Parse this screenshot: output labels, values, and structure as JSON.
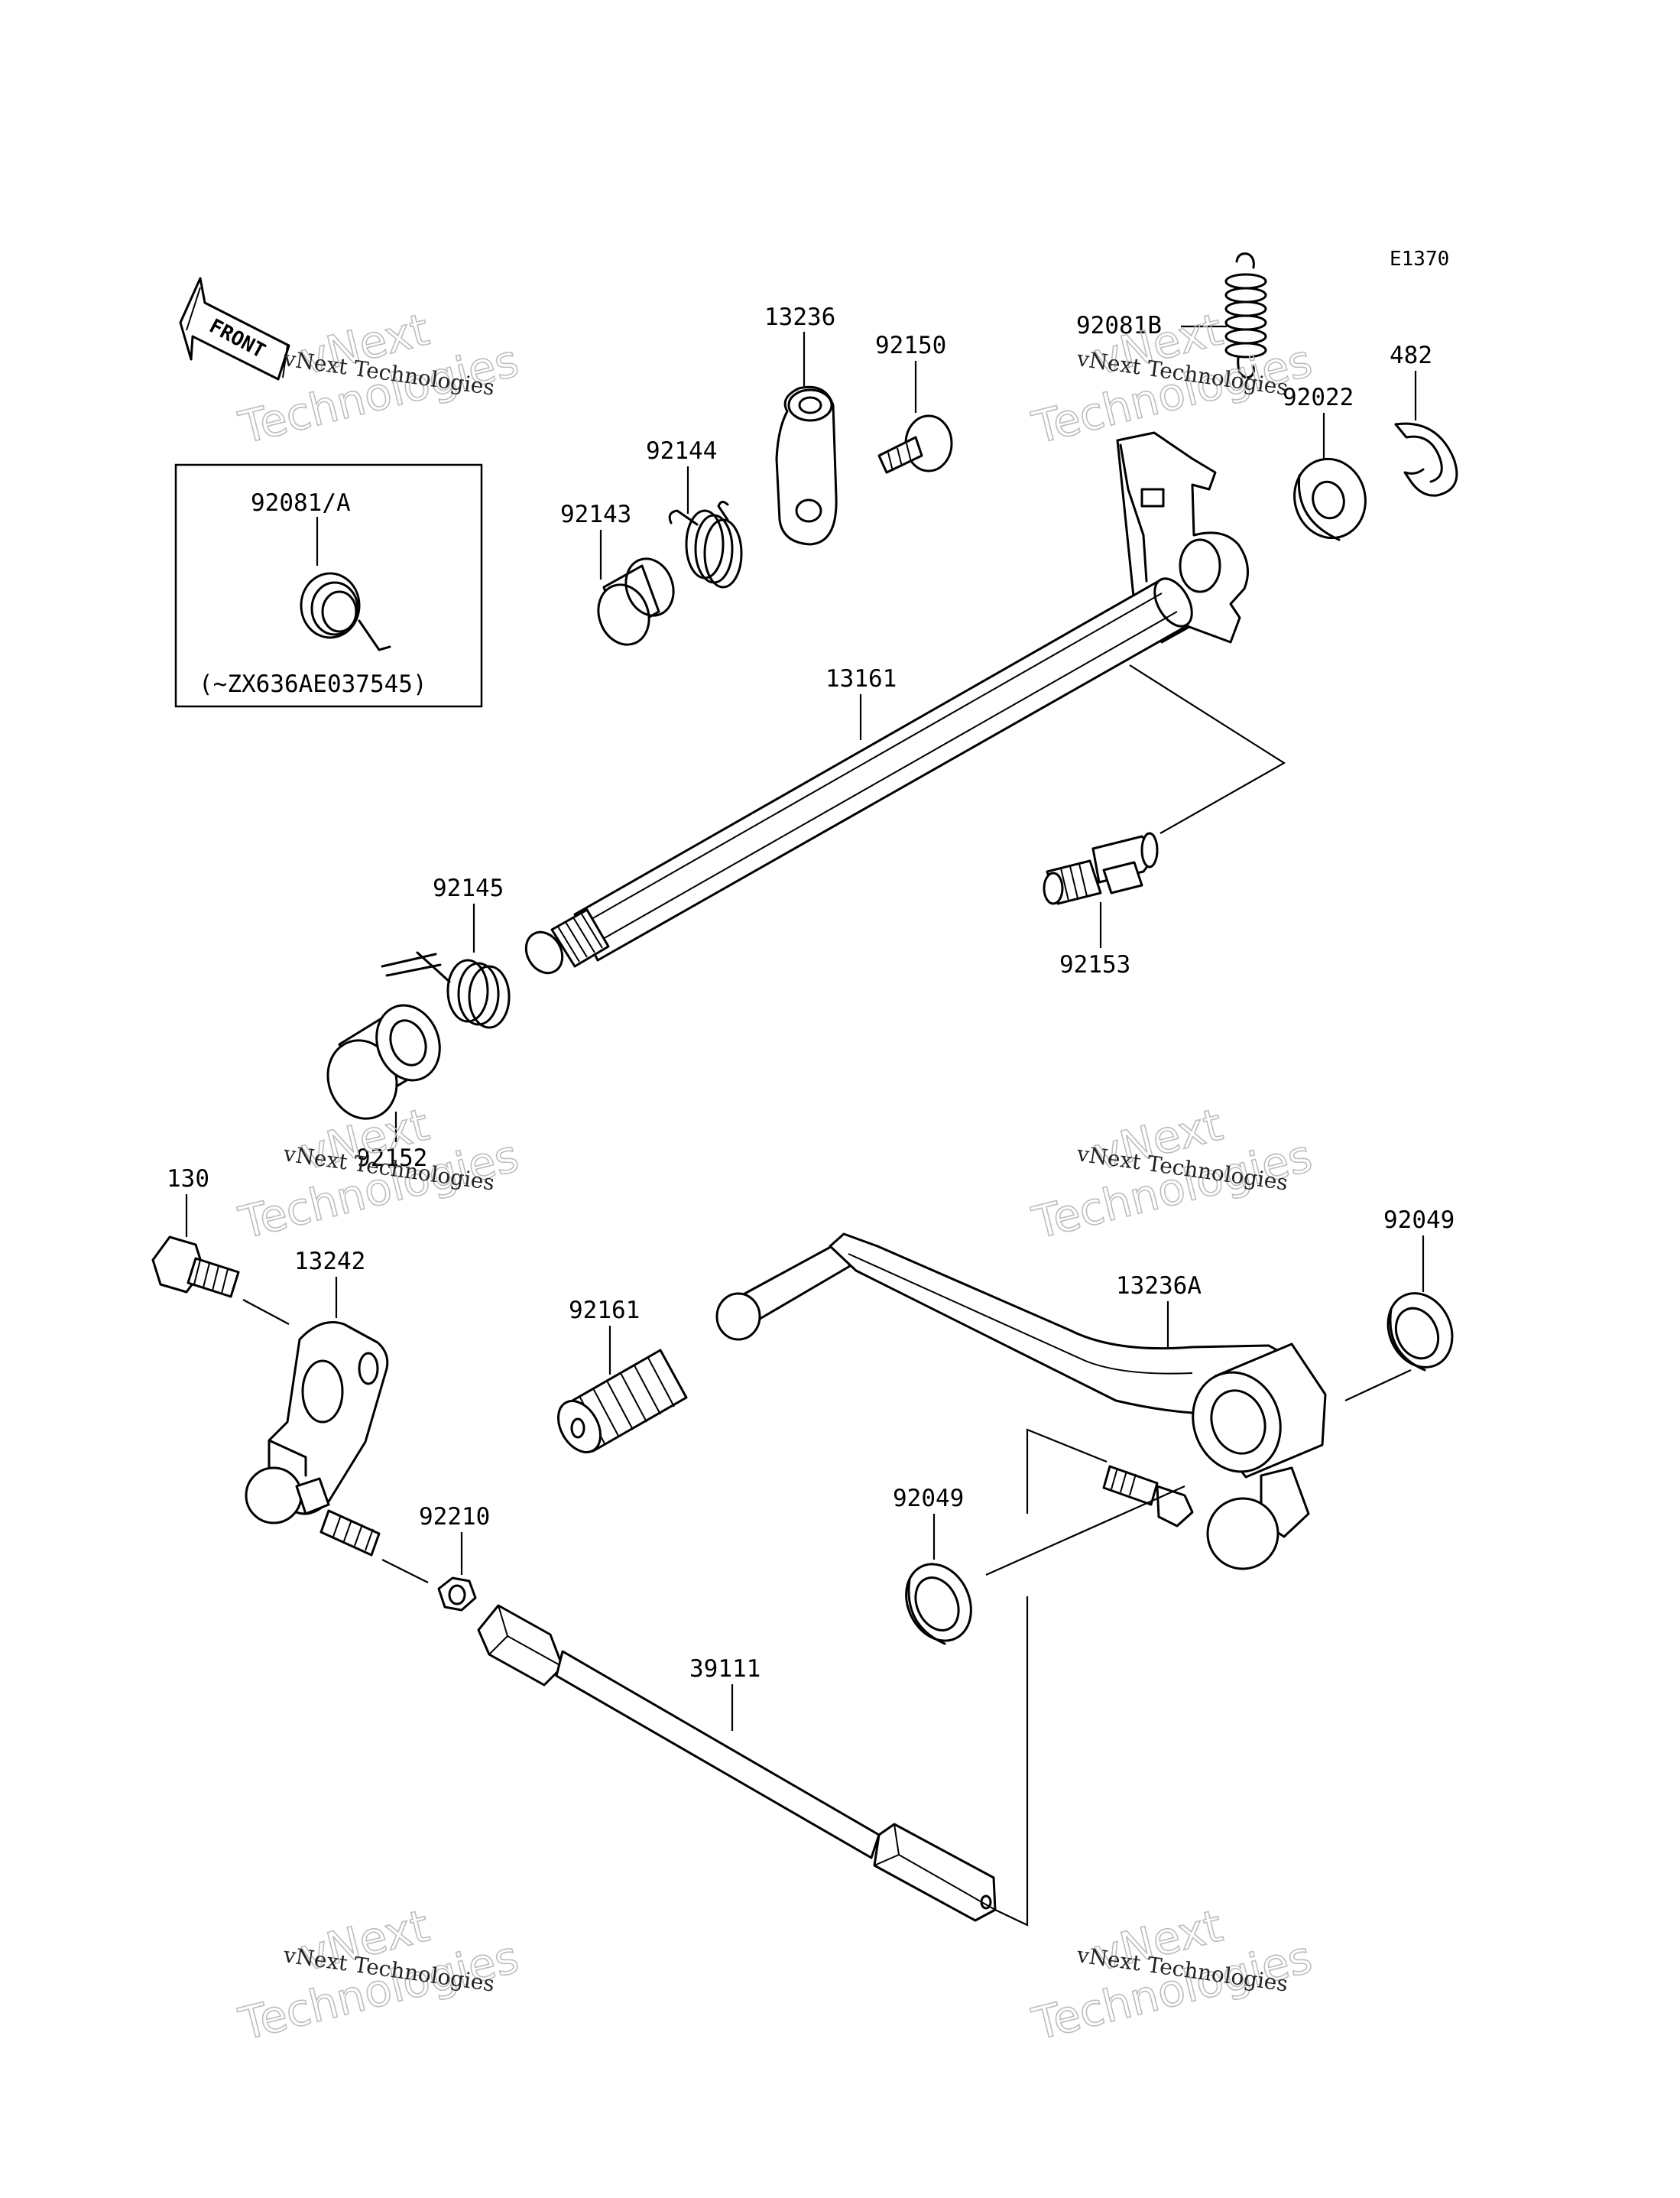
{
  "diagram": {
    "ref_code": "E1370",
    "front_label": "FRONT",
    "inset": {
      "part_label": "92081/A",
      "note": "(~ZX636AE037545)"
    },
    "parts": [
      {
        "id": "p13236",
        "label": "13236"
      },
      {
        "id": "p92150",
        "label": "92150"
      },
      {
        "id": "p92081b",
        "label": "92081B"
      },
      {
        "id": "p482",
        "label": "482"
      },
      {
        "id": "p92144",
        "label": "92144"
      },
      {
        "id": "p92143",
        "label": "92143"
      },
      {
        "id": "p92022",
        "label": "92022"
      },
      {
        "id": "p13161",
        "label": "13161"
      },
      {
        "id": "p92145",
        "label": "92145"
      },
      {
        "id": "p92153",
        "label": "92153"
      },
      {
        "id": "p92152",
        "label": "92152"
      },
      {
        "id": "p130",
        "label": "130"
      },
      {
        "id": "p13242",
        "label": "13242"
      },
      {
        "id": "p92161",
        "label": "92161"
      },
      {
        "id": "p13236a",
        "label": "13236A"
      },
      {
        "id": "p92049_top",
        "label": "92049"
      },
      {
        "id": "p92049_bottom",
        "label": "92049"
      },
      {
        "id": "p92210",
        "label": "92210"
      },
      {
        "id": "p39111",
        "label": "39111"
      }
    ],
    "watermark": {
      "line1": "vNext Technologies",
      "line2a": "vNext",
      "line2b": "Technologies"
    }
  }
}
